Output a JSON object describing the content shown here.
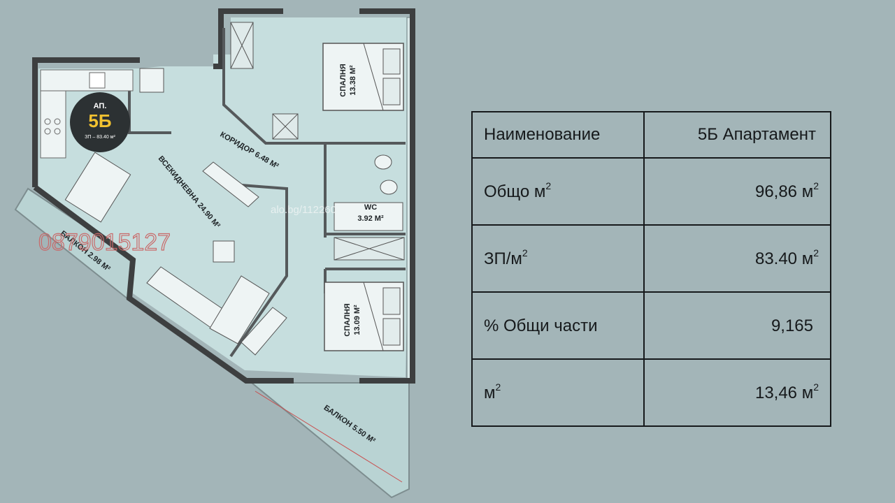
{
  "plan": {
    "apartment_badge": {
      "prefix": "АП.",
      "number": "5Б",
      "subtitle": "ЗП – 83.40 м²"
    },
    "rooms": {
      "bedroom1": {
        "name": "СПАЛНЯ",
        "area": "13.38 М²"
      },
      "bedroom2": {
        "name": "СПАЛНЯ",
        "area": "13.09 М²"
      },
      "corridor": "КОРИДОР 6.48 М²",
      "living": "ВСЕКИДНЕВНА 24.90 М²",
      "wc": {
        "name": "WC",
        "area": "3.92 М²"
      },
      "balcony1": "БАЛКОН 2.98 М²",
      "balcony2": "БАЛКОН 5.50 М²"
    },
    "watermark_phone": "0879015127",
    "watermark_site": "alo.bg/1122602"
  },
  "table": {
    "header": {
      "name": "Наименование",
      "value": "5Б Апартамент"
    },
    "rows": [
      {
        "name": "Общо м",
        "name_sup": "2",
        "value": "96,86 м",
        "value_sup": "2"
      },
      {
        "name": "ЗП/м",
        "name_sup": "2",
        "value": "83.40 м",
        "value_sup": "2"
      },
      {
        "name": "% Общи части",
        "name_sup": "",
        "value": "9,165",
        "value_sup": ""
      },
      {
        "name": "м",
        "name_sup": "2",
        "value": "13,46 м",
        "value_sup": "2"
      }
    ]
  },
  "colors": {
    "background": "#a3b5b8",
    "floor": "#c6dede",
    "walls": "#3d3f40",
    "badge_circle": "#2c3133",
    "badge_number": "#f2c230"
  }
}
